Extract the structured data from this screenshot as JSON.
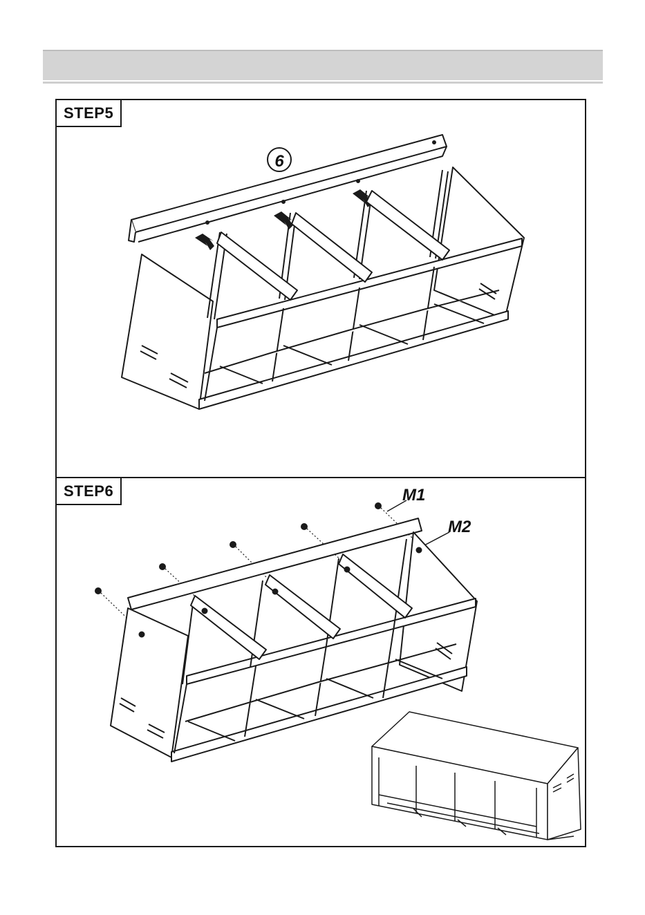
{
  "header": {
    "title": ""
  },
  "steps": [
    {
      "label": "STEP5",
      "part_callout": "6"
    },
    {
      "label": "STEP6",
      "screw_callout": "M1",
      "nut_callout": "M2"
    }
  ],
  "colors": {
    "line": "#1a1a1a",
    "header_bar": "#d4d4d4"
  }
}
